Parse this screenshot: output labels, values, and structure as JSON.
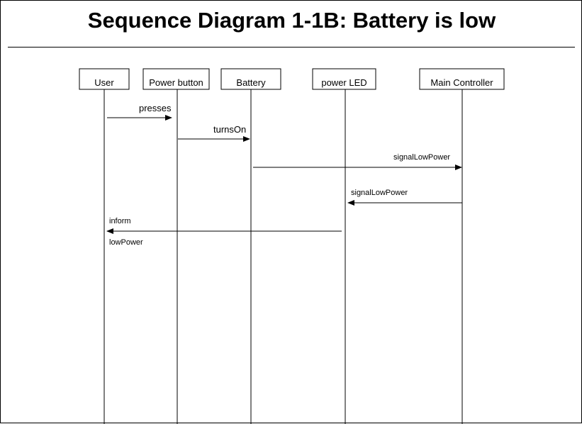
{
  "title": "Sequence Diagram 1-1B: Battery is low",
  "actors": [
    {
      "id": "user",
      "label": "User"
    },
    {
      "id": "power-button",
      "label": "Power button"
    },
    {
      "id": "battery",
      "label": "Battery"
    },
    {
      "id": "power-led",
      "label": "power LED"
    },
    {
      "id": "main-controller",
      "label": "Main Controller"
    }
  ],
  "messages": [
    {
      "from": "user",
      "to": "power-button",
      "label": "presses"
    },
    {
      "from": "power-button",
      "to": "battery",
      "label": "turnsOn"
    },
    {
      "from": "battery",
      "to": "main-controller",
      "label": "signalLowPower"
    },
    {
      "from": "main-controller",
      "to": "power-led",
      "label": "signalLowPower"
    },
    {
      "from": "power-led",
      "to": "user",
      "label": "inform",
      "label2": "lowPower"
    }
  ]
}
